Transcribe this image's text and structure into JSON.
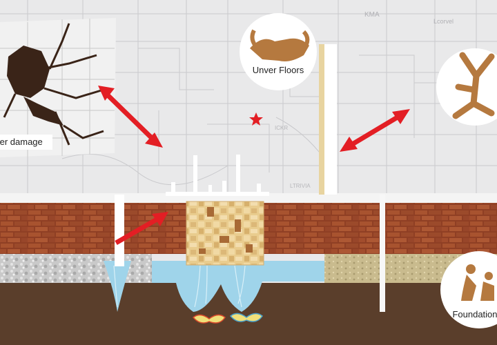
{
  "labels": {
    "water_damage": "ter damage",
    "under_floors": "Unver Floors",
    "foundation": "Foundation"
  },
  "map_texts": {
    "kma": "KMA",
    "lcorvel": "Lcorvel",
    "ickr": "ICKR",
    "ltrivia": "LTRIVIA"
  },
  "colors": {
    "sky_bg": "#e9e9ea",
    "grid_line": "#c9c9cc",
    "brick": "#9b4a2b",
    "soil": "#5a3e2b",
    "water": "#9fd4ea",
    "arrow": "#e31e24",
    "figure": "#b5793f",
    "wall_cream": "#e8c98a"
  },
  "icons": [
    "cracked-wall-icon",
    "handshake-icon",
    "tree-roots-icon",
    "sitting-people-icon",
    "star-marker-icon",
    "butterfly-icon"
  ]
}
